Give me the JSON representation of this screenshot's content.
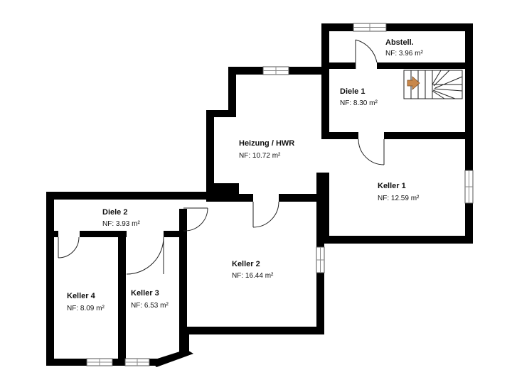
{
  "rooms": [
    {
      "id": "abstell",
      "name": "Abstell.",
      "area": "NF: 3.96 m²"
    },
    {
      "id": "diele1",
      "name": "Diele 1",
      "area": "NF: 8.30 m²"
    },
    {
      "id": "heizung",
      "name": "Heizung / HWR",
      "area": "NF: 10.72 m²"
    },
    {
      "id": "keller1",
      "name": "Keller 1",
      "area": "NF: 12.59 m²"
    },
    {
      "id": "diele2",
      "name": "Diele 2",
      "area": "NF: 3.93 m²"
    },
    {
      "id": "keller2",
      "name": "Keller 2",
      "area": "NF: 16.44 m²"
    },
    {
      "id": "keller4",
      "name": "Keller 4",
      "area": "NF: 8.09 m²"
    },
    {
      "id": "keller3",
      "name": "Keller 3",
      "area": "NF: 6.53 m²"
    }
  ],
  "colors": {
    "wall": "#000000",
    "background": "#ffffff",
    "window": "#cfcfcf",
    "stair_arrow": "#c8874a",
    "door_swing": "#222222"
  }
}
